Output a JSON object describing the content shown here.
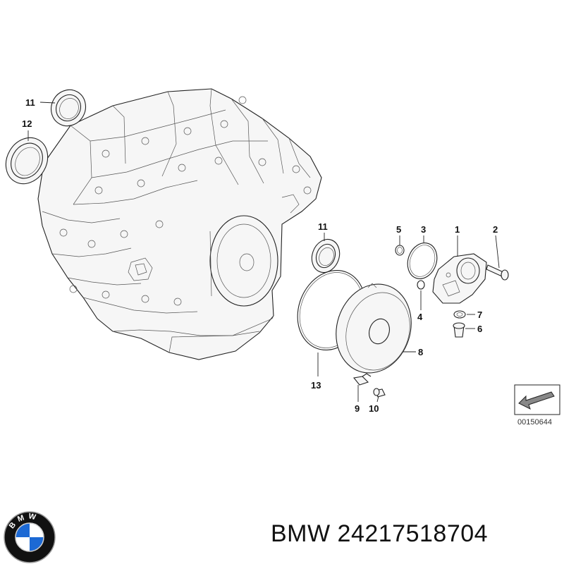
{
  "diagram": {
    "callouts": {
      "c1": "1",
      "c2": "2",
      "c3": "3",
      "c4": "4",
      "c5": "5",
      "c6": "6",
      "c7": "7",
      "c8": "8",
      "c9": "9",
      "c10": "10",
      "c11_top": "11",
      "c11_mid": "11",
      "c12": "12",
      "c13": "13"
    },
    "reference_number": "00150644"
  },
  "footer": {
    "brand": "BMW",
    "part_number": "24217518704",
    "logo_letters": "BMW",
    "logo_colors": {
      "blue": "#1c69d4",
      "white": "#ffffff",
      "ring": "#111111"
    }
  },
  "icons": [
    "bmw-logo-icon",
    "direction-arrow-icon"
  ]
}
